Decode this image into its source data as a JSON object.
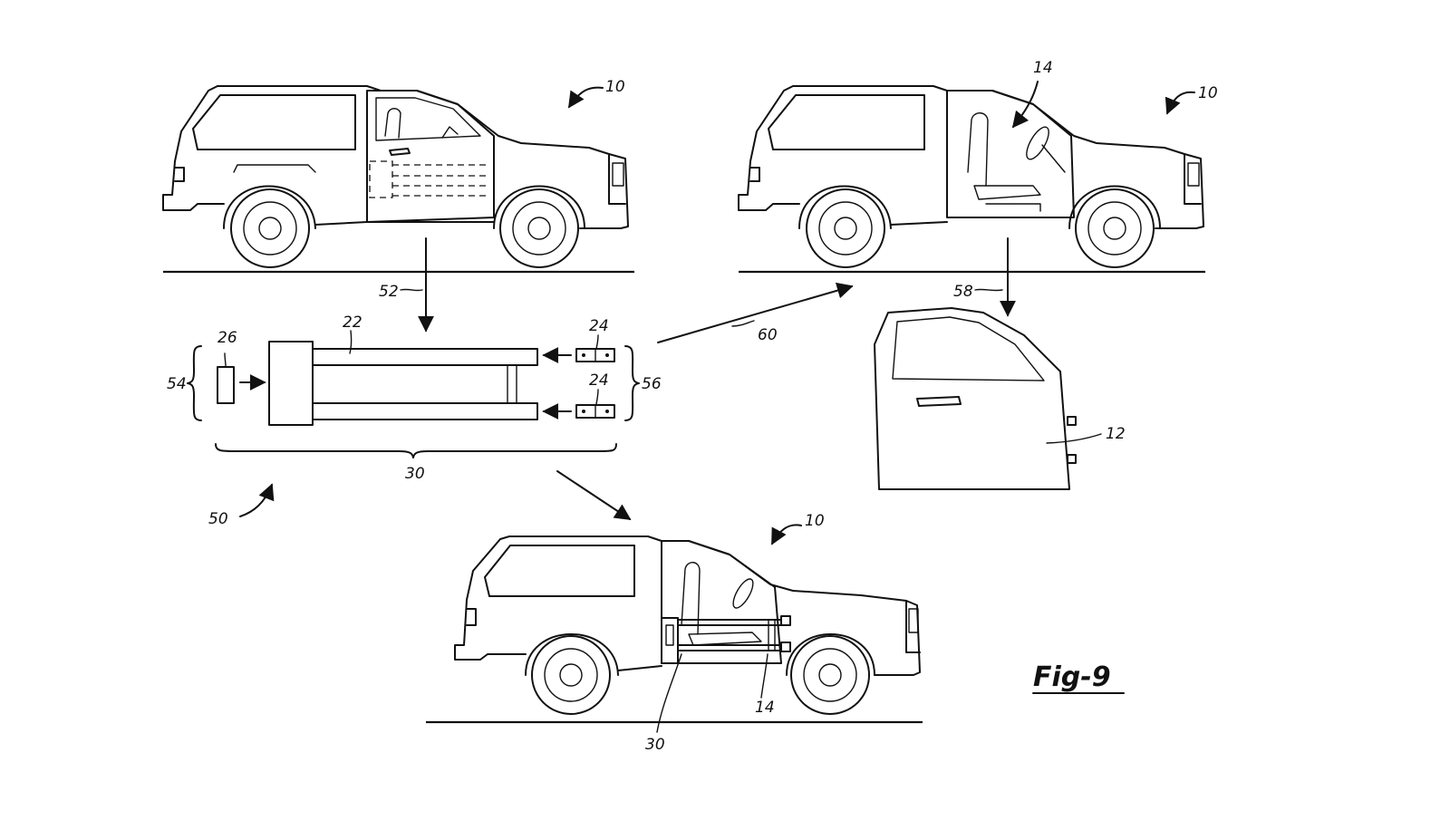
{
  "figure": {
    "title": "Fig-9",
    "labels": {
      "vehicle_top_left": "10",
      "vehicle_top_right": "10",
      "vehicle_bottom": "10",
      "cabin_top_right": "14",
      "cabin_bottom": "14",
      "door": "12",
      "beam": "22",
      "actuator": "26",
      "hinge_upper": "24",
      "hinge_lower": "24",
      "assembly": "30",
      "assembly_bottom": "30",
      "step_remove": "52",
      "bracket_left": "54",
      "bracket_right": "56",
      "step_door_off": "58",
      "step_install": "60",
      "method": "50"
    }
  }
}
